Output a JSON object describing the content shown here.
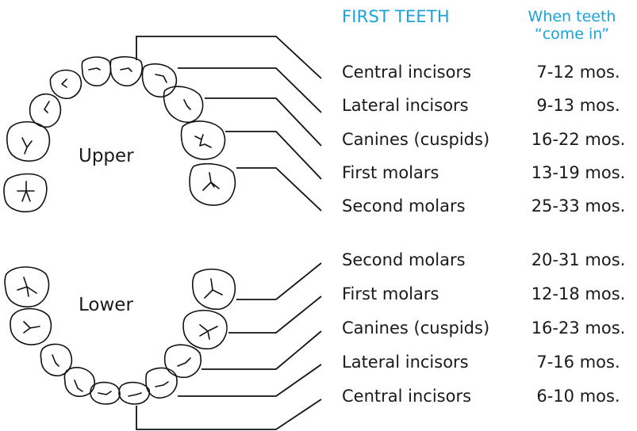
{
  "header": {
    "title": "FIRST TEETH",
    "when_line1": "When teeth",
    "when_line2": "“come in”"
  },
  "upper": {
    "label": "Upper",
    "rows": [
      {
        "name": "Central incisors",
        "age": "7-12 mos."
      },
      {
        "name": "Lateral incisors",
        "age": "9-13 mos."
      },
      {
        "name": "Canines (cuspids)",
        "age": "16-22 mos."
      },
      {
        "name": "First molars",
        "age": "13-19 mos."
      },
      {
        "name": "Second molars",
        "age": "25-33 mos."
      }
    ]
  },
  "lower": {
    "label": "Lower",
    "rows": [
      {
        "name": "Second molars",
        "age": "20-31 mos."
      },
      {
        "name": "First molars",
        "age": "12-18 mos."
      },
      {
        "name": "Canines (cuspids)",
        "age": "16-23 mos."
      },
      {
        "name": "Lateral incisors",
        "age": "7-16 mos."
      },
      {
        "name": "Central incisors",
        "age": "6-10 mos."
      }
    ]
  }
}
